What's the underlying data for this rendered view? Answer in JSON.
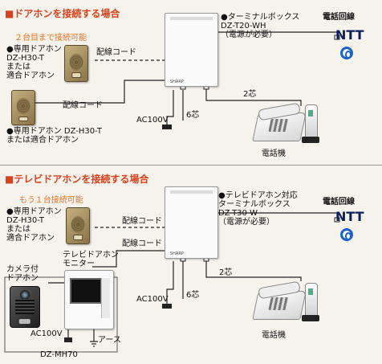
{
  "section1": {
    "heading": "■ドアホンを接続する場合",
    "note_two_units": "２台目まで接続可能",
    "doorphone_a_lines": [
      "●専用ドアホン",
      "DZ-H30-T",
      "または",
      "適合ドアホン"
    ],
    "doorphone_b_lines": [
      "●専用ドアホン DZ-H30-T",
      "または適合ドアホン"
    ],
    "terminal_lines": [
      "●ターミナルボックス",
      "DZ-T20-WH",
      "（電源が必要）"
    ],
    "wiring_cord_1": "配線コード",
    "wiring_cord_2": "配線コード",
    "phone_line": "電話回線",
    "ntt": "NTT",
    "two_core": "2芯",
    "six_core": "6芯",
    "ac": "AC100V",
    "phone": "電話機"
  },
  "section2": {
    "heading": "■テレビドアホンを接続する場合",
    "note_one_more": "もう１台接続可能",
    "doorphone_lines": [
      "●専用ドアホン",
      "DZ-H30-T",
      "または",
      "適合ドアホン"
    ],
    "terminal_lines": [
      "●テレビドアホン対応",
      "ターミナルボックス",
      "DZ-T30-W",
      "（電源が必要）"
    ],
    "wiring_cord_1": "配線コード",
    "wiring_cord_2": "配線コード",
    "phone_line": "電話回線",
    "ntt": "NTT",
    "two_core": "2芯",
    "six_core": "6芯",
    "ac_main": "AC100V",
    "ac_monitor": "AC100V",
    "camera_door": [
      "カメラ付",
      "ドアホン"
    ],
    "tv_monitor": [
      "テレビドアホン",
      "モニター"
    ],
    "earth": "アース",
    "kit_name": "DZ-MH70",
    "phone": "電話機"
  }
}
